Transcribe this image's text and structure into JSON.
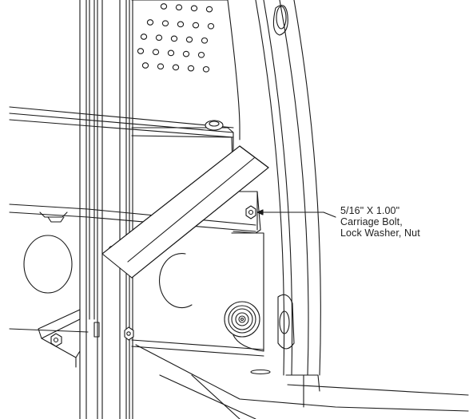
{
  "callout": {
    "line1": "5/16\" X 1.00\"",
    "line2": "Carriage Bolt,",
    "line3": "Lock Washer, Nut"
  },
  "colors": {
    "stroke": "#1a1a1a",
    "background": "#ffffff",
    "part_fill": "#ffffff"
  }
}
